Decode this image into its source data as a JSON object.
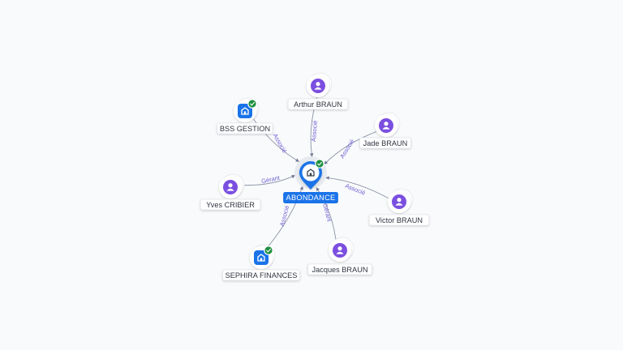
{
  "colors": {
    "person": "#7b4fe0",
    "company": "#1a73e8",
    "check": "#1e8e3e",
    "edge_label": "#6f5fd6",
    "center_label_bg": "#1a73e8"
  },
  "center": {
    "label": "ABONDANCE",
    "icon": "building-icon",
    "verified": true
  },
  "nodes": [
    {
      "id": "arthur",
      "label": "Arthur BRAUN",
      "kind": "person",
      "icon": "person-icon",
      "edge_label": "Associé",
      "verified": false
    },
    {
      "id": "jade",
      "label": "Jade BRAUN",
      "kind": "person",
      "icon": "person-icon",
      "edge_label": "Associé",
      "verified": false
    },
    {
      "id": "victor",
      "label": "Victor BRAUN",
      "kind": "person",
      "icon": "person-icon",
      "edge_label": "Associé",
      "verified": false
    },
    {
      "id": "jacques",
      "label": "Jacques BRAUN",
      "kind": "person",
      "icon": "person-icon",
      "edge_label": "Gérant",
      "verified": false
    },
    {
      "id": "sephira",
      "label": "SEPHIRA FINANCES",
      "kind": "company",
      "icon": "building-icon",
      "edge_label": "Associé",
      "verified": true
    },
    {
      "id": "yves",
      "label": "Yves CRIBIER",
      "kind": "person",
      "icon": "person-icon",
      "edge_label": "Gérant",
      "verified": false
    },
    {
      "id": "bss",
      "label": "BSS GESTION",
      "kind": "company",
      "icon": "building-icon",
      "edge_label": "Associé",
      "verified": true
    }
  ]
}
